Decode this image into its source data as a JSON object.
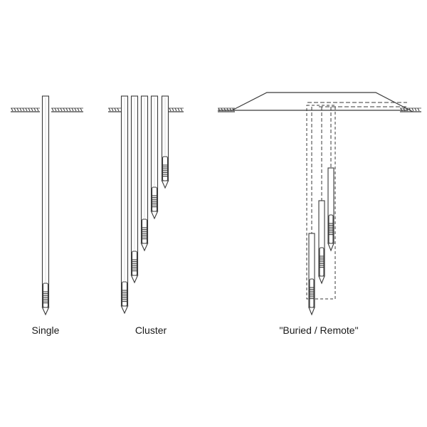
{
  "diagram": {
    "labels": {
      "single": "Single",
      "cluster": "Cluster",
      "buried_remote": "\"Buried / Remote\""
    },
    "stroke_color": "#3a3a3a",
    "background_color": "#ffffff"
  }
}
